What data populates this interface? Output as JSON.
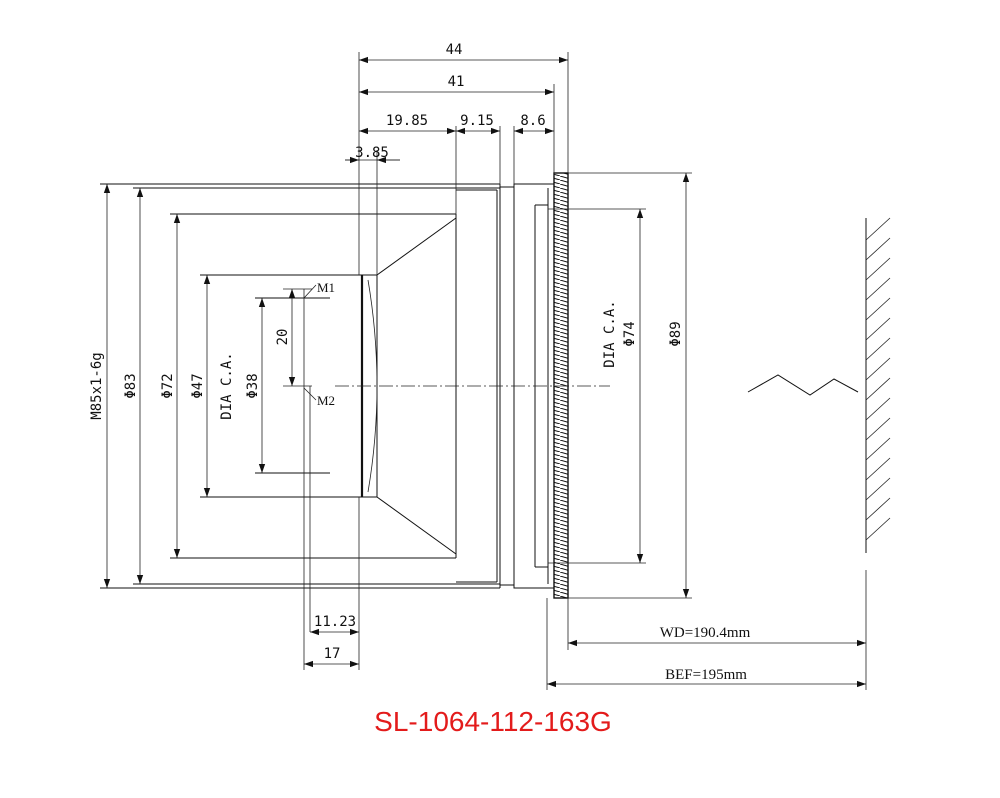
{
  "dimensions": {
    "overall_length": "44",
    "length_to_flange": "41",
    "front_section": "19.85",
    "mid_section": "9.15",
    "rear_section": "8.6",
    "front_offset": "3.85",
    "m1_depth": "11.23",
    "m2_depth": "17",
    "mirror_spacing": "20"
  },
  "labels": {
    "m1": "M1",
    "m2": "M2",
    "thread": "M85x1-6g",
    "d83": "Φ83",
    "d72": "Φ72",
    "d47": "Φ47",
    "dia_ca_front": "DIA C.A.",
    "d38": "Φ38",
    "dia_ca_rear": "DIA C.A.",
    "d74": "Φ74",
    "d89": "Φ89",
    "wd": "WD=190.4mm",
    "bef": "BEF=195mm"
  },
  "model": "SL-1064-112-163G"
}
